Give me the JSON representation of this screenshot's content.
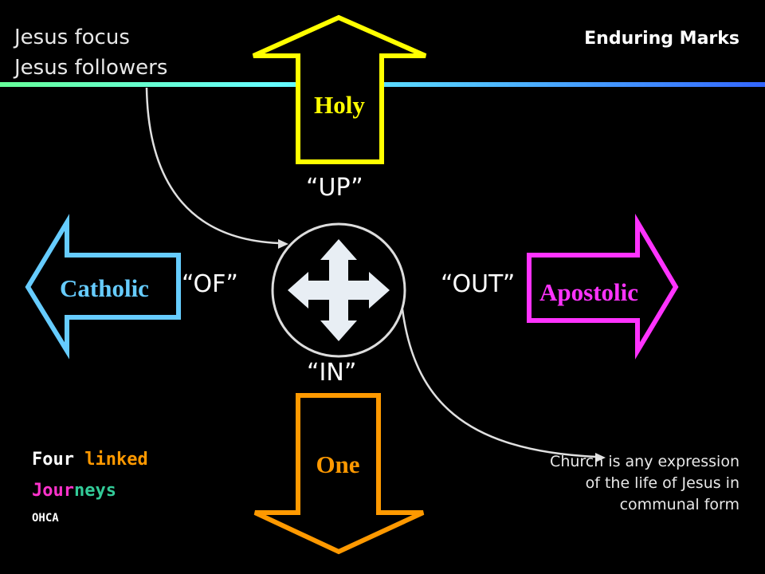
{
  "header": {
    "title": "Enduring Marks",
    "focus_line1": "Jesus focus",
    "focus_line2": "Jesus followers"
  },
  "marks": {
    "up": {
      "mark": "Holy",
      "direction": "“UP”",
      "color": "#FFFF00"
    },
    "in": {
      "mark": "One",
      "direction": "“IN”",
      "color": "#FF9900"
    },
    "of": {
      "mark": "Catholic",
      "direction": "“OF”",
      "color": "#66CCFF"
    },
    "out": {
      "mark": "Apostolic",
      "direction": "“OUT”",
      "color": "#FF33FF"
    }
  },
  "footer": {
    "journeys": {
      "w1": "Four",
      "w2": "linked",
      "w3a": "Jour",
      "w3b": "neys"
    },
    "abbrev": "OHCA",
    "colors": {
      "four": "#FFFFFF",
      "linked": "#FF9900",
      "jour": "#FF33CC",
      "neys": "#33CC99",
      "ohca": "#FFFFFF"
    }
  },
  "definition": {
    "text": "Church is any expression of the life of Jesus in communal form"
  },
  "colors": {
    "background": "#000000",
    "hub_circle": "#DDDDDD",
    "hub_arrows": "#E8EEF4",
    "gradient_line": [
      "#66FF99",
      "#66FFFF",
      "#3366FF"
    ]
  },
  "icons": {
    "hub": "four-way-move-icon"
  }
}
